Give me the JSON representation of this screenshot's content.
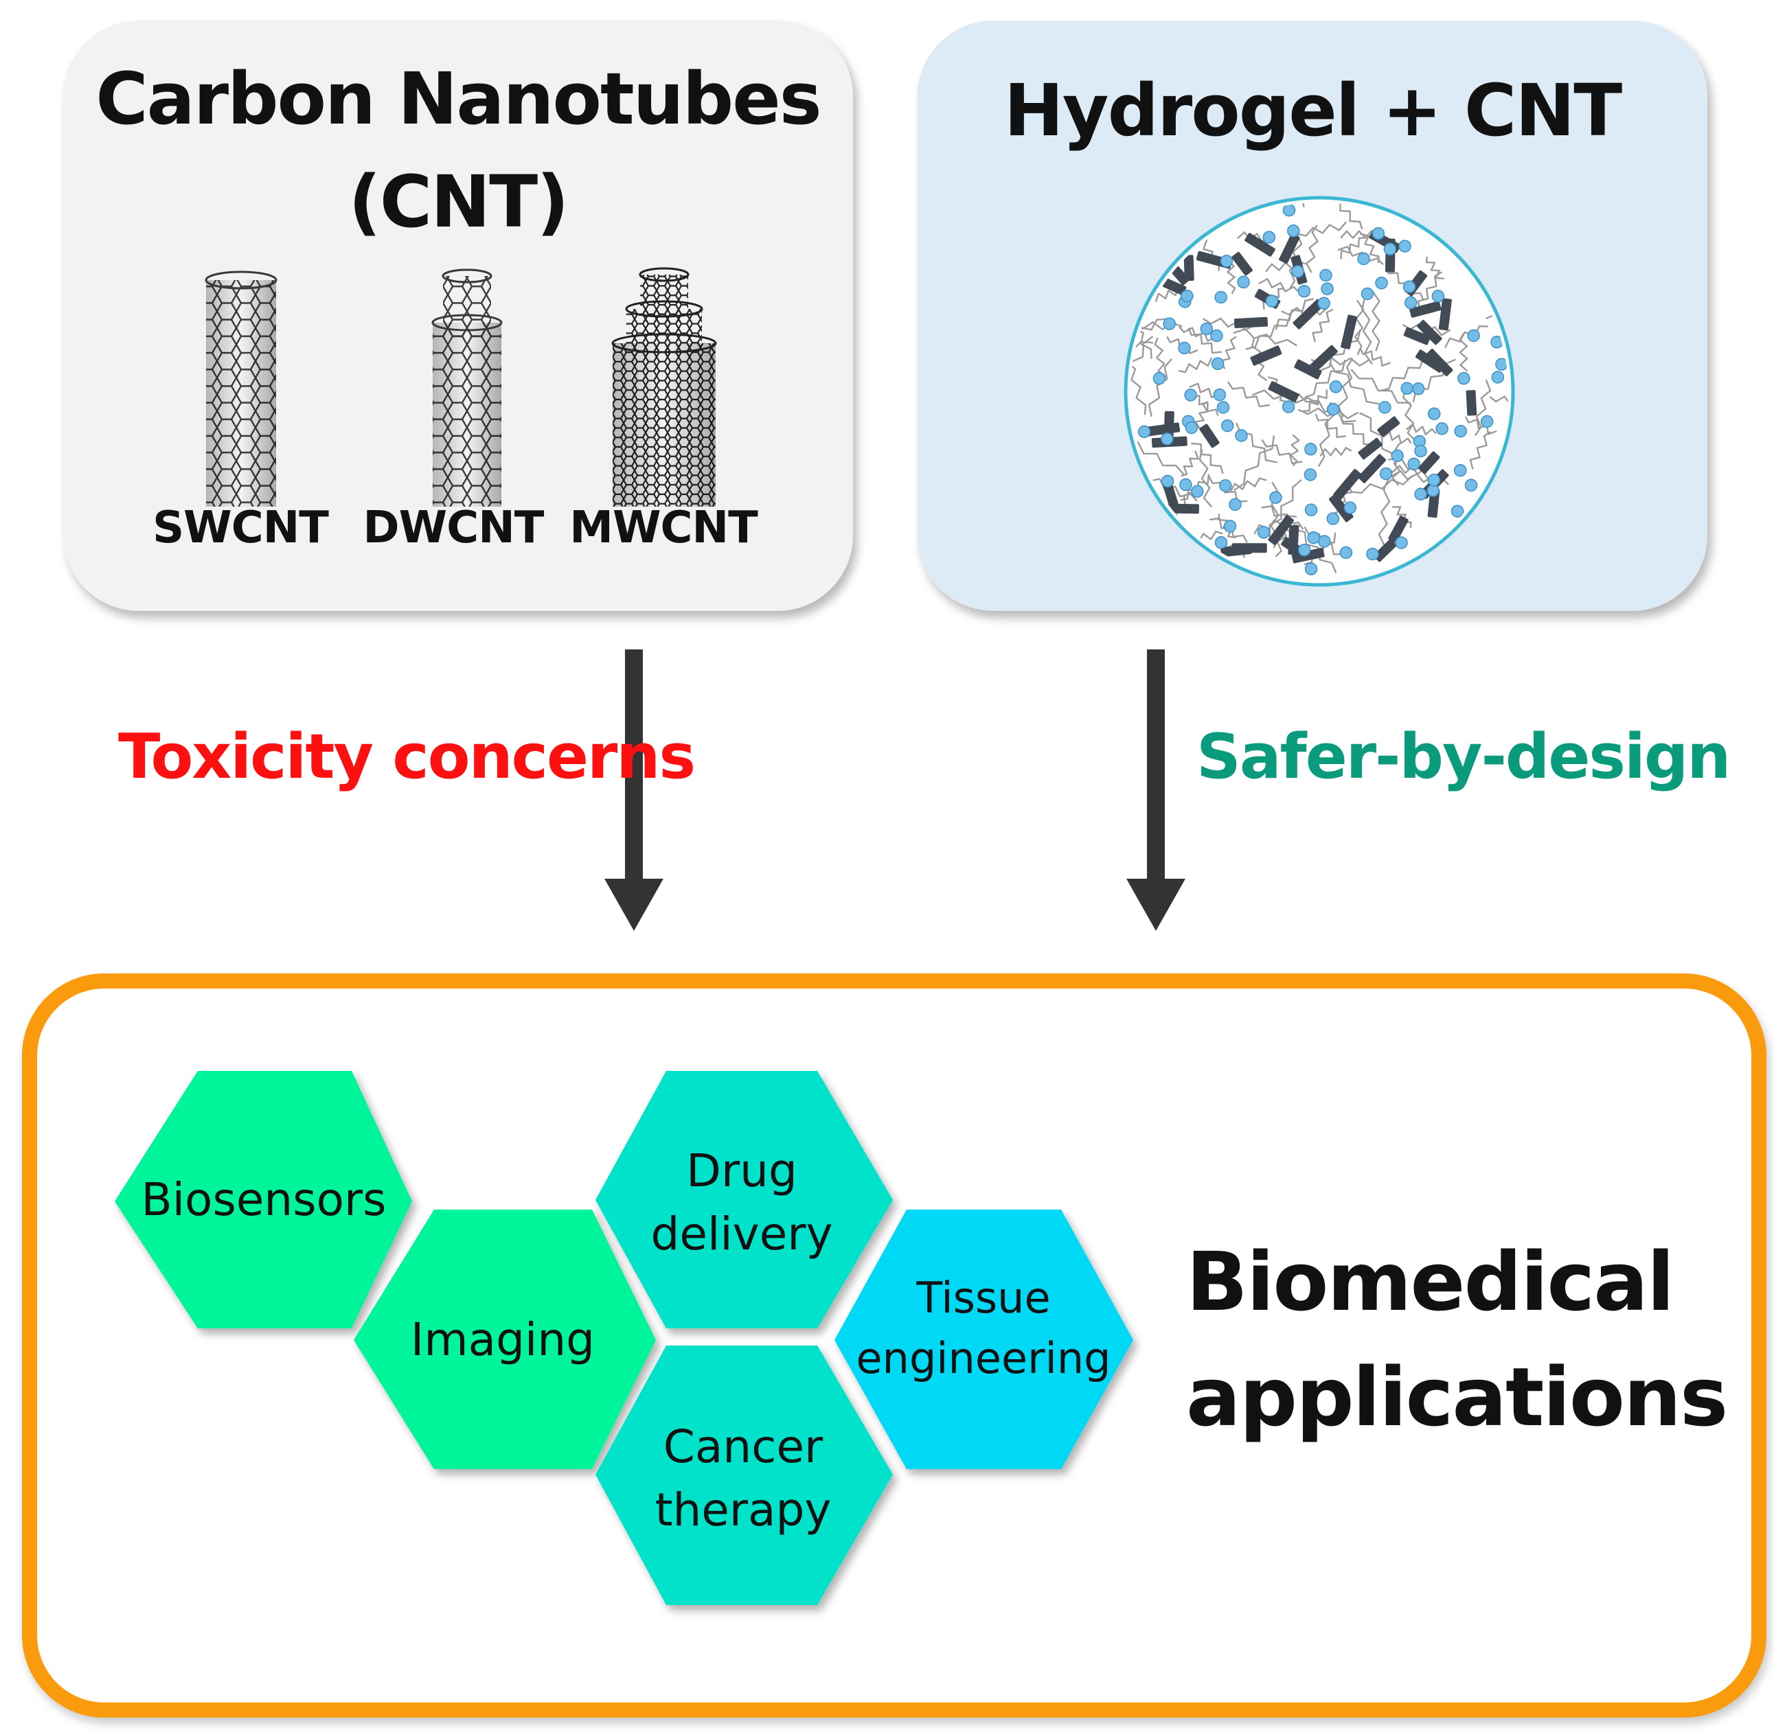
{
  "cnt_panel": {
    "title_line1": "Carbon Nanotubes",
    "title_line2": "(CNT)",
    "tubes": [
      "SWCNT",
      "DWCNT",
      "MWCNT"
    ]
  },
  "hydrogel_panel": {
    "title": "Hydrogel + CNT"
  },
  "arrows": {
    "left_label": "Toxicity concerns",
    "right_label": "Safer-by-design",
    "left_color": "#ff1010",
    "right_color": "#0a9b7d"
  },
  "applications": {
    "title_line1": "Biomedical",
    "title_line2": "applications",
    "hexagons": [
      {
        "line1": "Biosensors",
        "line2": "",
        "color": "#00f59a"
      },
      {
        "line1": "Imaging",
        "line2": "",
        "color": "#00f59a"
      },
      {
        "line1": "Drug",
        "line2": "delivery",
        "color": "#00e2c9"
      },
      {
        "line1": "Cancer",
        "line2": "therapy",
        "color": "#00e2c9"
      },
      {
        "line1": "Tissue",
        "line2": "engineering",
        "color": "#00d9f5"
      }
    ],
    "border_color": "#f99b0c"
  }
}
